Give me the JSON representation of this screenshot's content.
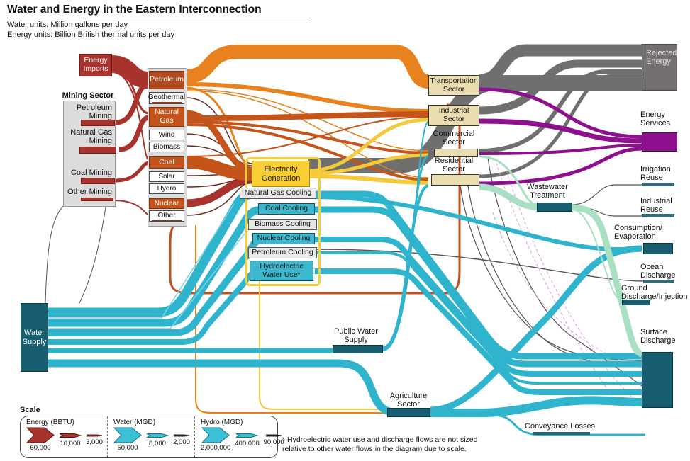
{
  "title": "Water and Energy in the Eastern Interconnection",
  "subtitle": {
    "water_units": "Water units: Million gallons per day",
    "energy_units": "Energy units: Billion British thermal units per day"
  },
  "colors": {
    "energy_dark_red": "#A8332C",
    "fuel_burnt_orange": "#C4541A",
    "petroleum_orange": "#E8821E",
    "electricity_yellow": "#F9CE30",
    "rejected_gray": "#757070",
    "energy_services_purple": "#8E108E",
    "water_cyan": "#2FB4CE",
    "water_node_teal": "#175E70",
    "treated_water_mint": "#A9DFC3",
    "sector_tan": "#EADDB0",
    "panel_gray": "#DCDCDC"
  },
  "nodes": {
    "energy_imports": "Energy Imports",
    "mining_header": "Mining Sector",
    "petroleum_mining": "Petroleum Mining",
    "natural_gas_mining": "Natural Gas Mining",
    "coal_mining": "Coal Mining",
    "other_mining": "Other Mining",
    "petroleum": "Petroleum",
    "geothermal": "Geothermal",
    "natural_gas": "Natural Gas",
    "wind": "Wind",
    "biomass": "Biomass",
    "coal": "Coal",
    "solar": "Solar",
    "hydro": "Hydro",
    "nuclear": "Nuclear",
    "other": "Other",
    "electricity_generation": "Electricity Generation",
    "natural_gas_cooling": "Natural Gas Cooling",
    "coal_cooling": "Coal Cooling",
    "biomass_cooling": "Biomass Cooling",
    "nuclear_cooling": "Nuclear Cooling",
    "petroleum_cooling": "Petroleum Cooling",
    "hydroelectric_water_use": "Hydroelectric Water Use*",
    "transportation_sector": "Transportation Sector",
    "industrial_sector": "Industrial Sector",
    "commercial_sector": "Commercial Sector",
    "residential_sector": "Residential Sector",
    "rejected_energy": "Rejected Energy",
    "energy_services": "Energy Services",
    "irrigation_reuse": "Irrigation Reuse",
    "industrial_reuse": "Industrial Reuse",
    "consumption_evaporation": "Consumption/ Evaporation",
    "ocean_discharge": "Ocean Discharge",
    "ground_discharge_injection": "Ground Discharge/Injection",
    "surface_discharge": "Surface Discharge",
    "wastewater_treatment": "Wastewater Treatment",
    "water_supply": "Water Supply",
    "public_water_supply": "Public Water Supply",
    "agriculture_sector": "Agriculture Sector",
    "conveyance_losses": "Conveyance Losses"
  },
  "scale": {
    "label": "Scale",
    "groups": [
      {
        "name": "Energy (BBTU)",
        "values": [
          "60,000",
          "10,000",
          "3,000"
        ]
      },
      {
        "name": "Water (MGD)",
        "values": [
          "50,000",
          "8,000",
          "2,000"
        ]
      },
      {
        "name": "Hydro (MGD)",
        "values": [
          "2,000,000",
          "400,000",
          "90,000"
        ]
      }
    ]
  },
  "footnote": "* Hydroelectric water use and discharge flows are not sized relative to other water flows in the diagram due to scale."
}
